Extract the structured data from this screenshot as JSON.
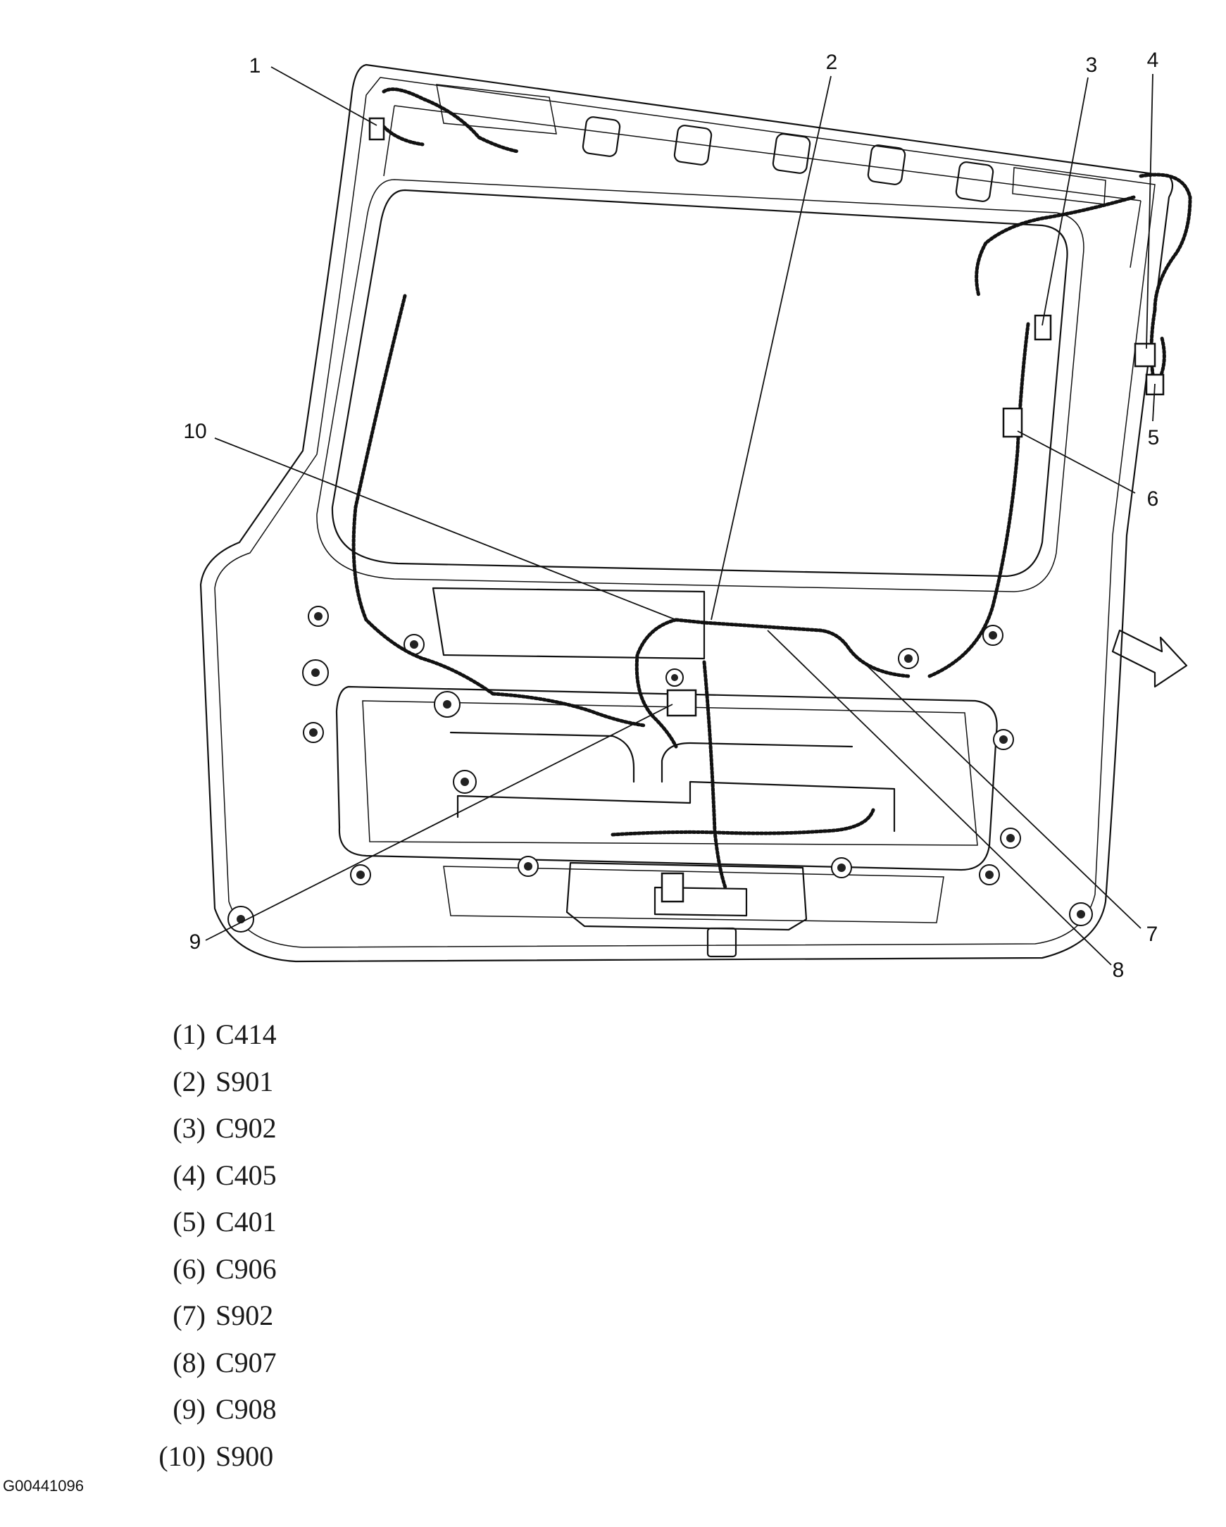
{
  "callouts": [
    {
      "number": "1",
      "code": "C414"
    },
    {
      "number": "2",
      "code": "S901"
    },
    {
      "number": "3",
      "code": "C902"
    },
    {
      "number": "4",
      "code": "C405"
    },
    {
      "number": "5",
      "code": "C401"
    },
    {
      "number": "6",
      "code": "C906"
    },
    {
      "number": "7",
      "code": "S902"
    },
    {
      "number": "8",
      "code": "C907"
    },
    {
      "number": "9",
      "code": "C908"
    },
    {
      "number": "10",
      "code": "S900"
    }
  ],
  "legend": [
    {
      "num": "(1)",
      "code": "C414"
    },
    {
      "num": "(2)",
      "code": "S901"
    },
    {
      "num": "(3)",
      "code": "C902"
    },
    {
      "num": "(4)",
      "code": "C405"
    },
    {
      "num": "(5)",
      "code": "C401"
    },
    {
      "num": "(6)",
      "code": "C906"
    },
    {
      "num": "(7)",
      "code": "S902"
    },
    {
      "num": "(8)",
      "code": "C907"
    },
    {
      "num": "(9)",
      "code": "C908"
    },
    {
      "num": "(10)",
      "code": "S900"
    }
  ],
  "figure_id": "G00441096",
  "icons": {
    "view_direction": "arrow-icon"
  }
}
